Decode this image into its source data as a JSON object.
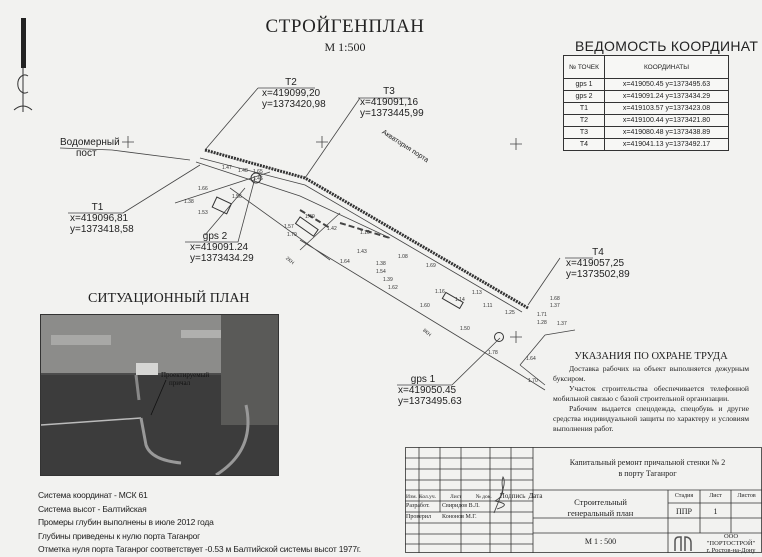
{
  "header": {
    "title": "СТРОЙГЕНПЛАН",
    "scale": "М 1:500"
  },
  "plan": {
    "points": [
      {
        "name": "T2",
        "x": "x=419099,20",
        "y": "y=1373420,98"
      },
      {
        "name": "T3",
        "x": "x=419091,16",
        "y": "y=1373445,99"
      },
      {
        "name": "T1",
        "x": "x=419096,81",
        "y": "y=1373418,58"
      },
      {
        "name": "gps 2",
        "x": "x=419091.24",
        "y": "y=1373434.29"
      },
      {
        "name": "T4",
        "x": "x=419057,25",
        "y": "y=1373502,89"
      },
      {
        "name": "gps 1",
        "x": "x=419050.45",
        "y": "y=1373495.63"
      }
    ],
    "gauge_post": [
      "Водомерный",
      "пост"
    ],
    "water_area": "Акватория порта",
    "depths": [
      "1.47",
      "1.48",
      "1.65",
      "1.46",
      "1.66",
      "1.49",
      "1.38",
      "1.53",
      "1.56",
      "1.68",
      "1.57",
      "1.79",
      "1.49",
      "1.42",
      "1.50",
      "1.43",
      "1.64",
      "1.38",
      "1.54",
      "1.39",
      "1.62",
      "1.69",
      "1.10",
      "1.08",
      "1.16",
      "1.14",
      "1.13",
      "1.11",
      "1.25",
      "1.71",
      "1.28",
      "1.68",
      "1.37",
      "1.50",
      "1.60",
      "1.78",
      "1.70",
      "1.64",
      "1.37"
    ],
    "zone_labels": [
      "8КН",
      "2КН",
      "8КН",
      "8КН",
      "8КН"
    ]
  },
  "coordinates_table": {
    "title": "ВЕДОМОСТЬ КООРДИНАТ",
    "headers": [
      "№ ТОЧЕК",
      "КООРДИНАТЫ"
    ],
    "rows": [
      {
        "point": "gps 1",
        "coords": "x=419050.45   y=1373495.63"
      },
      {
        "point": "gps 2",
        "coords": "x=419091.24   y=1373434.29"
      },
      {
        "point": "T1",
        "coords": "x=419103.57   y=1373423.08"
      },
      {
        "point": "T2",
        "coords": "x=419100.44   y=1373421.80"
      },
      {
        "point": "T3",
        "coords": "x=419080.48   y=1373438.89"
      },
      {
        "point": "T4",
        "coords": "x=419041.13   y=1373492.17"
      }
    ]
  },
  "situation_plan": {
    "title": "СИТУАЦИОННЫЙ ПЛАН",
    "callout": [
      "Проектируемый",
      "причал"
    ]
  },
  "notes": [
    "Система координат  - МСК 61",
    "Система высот  -  Балтийская",
    "Промеры глубин выполнены в июле 2012 года",
    "Глубины приведены к нулю порта Таганрог",
    "Отметка нуля порта Таганрог соответствует -0.53 м Балтийской системы высот 1977г."
  ],
  "safety": {
    "title": "УКАЗАНИЯ ПО ОХРАНЕ ТРУДА",
    "paragraphs": [
      "Доставка рабочих на объект выполняется дежурным буксиром.",
      "Участок строительства обеспечивается телефонной мобильной связью с базой строительной организации.",
      "Рабочим выдается спецодежда, спецобувь и другие средства индивидуальной защиты по характеру и условиям выполнения работ."
    ]
  },
  "title_block": {
    "project": [
      "Капитальный ремонт причальной стенки № 2",
      "в порту Таганрог"
    ],
    "sheet_name": [
      "Строительный",
      "генеральный план"
    ],
    "scale": "М 1 : 500",
    "headers": [
      "Изм.",
      "Кол.уч.",
      "Лист",
      "№ док.",
      "Подпись",
      "Дата"
    ],
    "developed_label": "Разработ.",
    "developed_by": "Свиридов В.Л.",
    "checked_label": "Проверил",
    "checked_by": "Кононов М.Г.",
    "stage_label": "Стадия",
    "stage": "ППР",
    "sheet_label": "Лист",
    "sheet": "1",
    "sheets_label": "Листов",
    "sheets": "",
    "company": [
      "ООО",
      "\"ПОРТОСТРОЙ\"",
      "г. Ростов-на-Дону"
    ]
  }
}
